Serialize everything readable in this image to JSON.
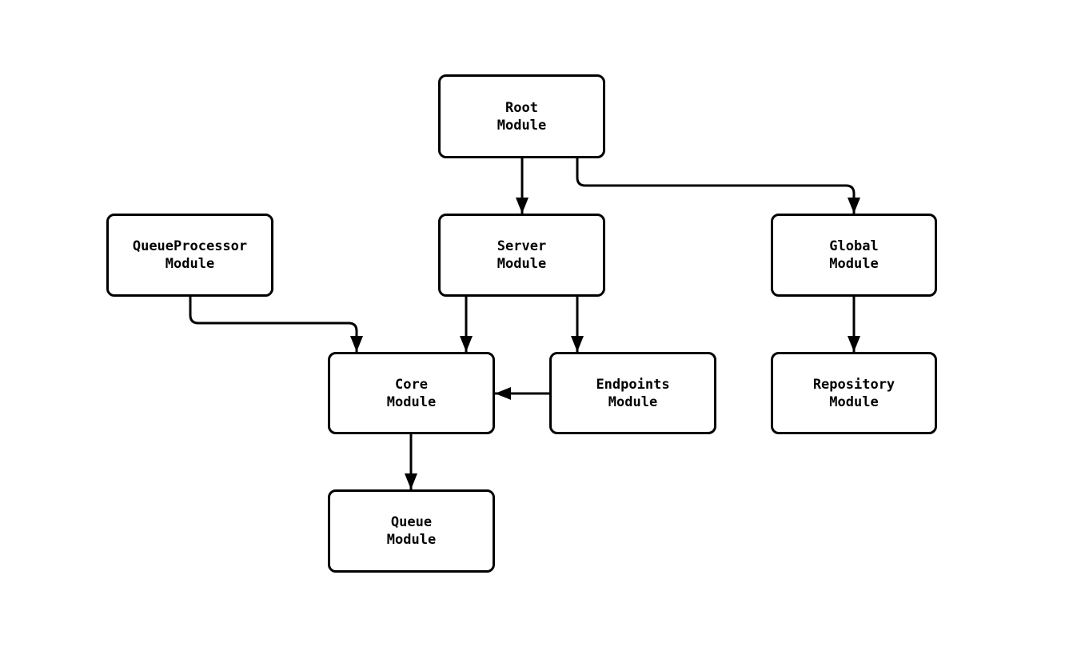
{
  "diagram": {
    "type": "flowchart",
    "direction": "top-down",
    "colors": {
      "node_stroke": "#000000",
      "node_fill": "#ffffff",
      "edge_stroke": "#000000",
      "background": "#ffffff",
      "text": "#000000"
    },
    "nodes": [
      {
        "id": "root",
        "line1": "Root",
        "line2": "Module"
      },
      {
        "id": "queueprocessor",
        "line1": "QueueProcessor",
        "line2": "Module"
      },
      {
        "id": "server",
        "line1": "Server",
        "line2": "Module"
      },
      {
        "id": "global",
        "line1": "Global",
        "line2": "Module"
      },
      {
        "id": "core",
        "line1": "Core",
        "line2": "Module"
      },
      {
        "id": "endpoints",
        "line1": "Endpoints",
        "line2": "Module"
      },
      {
        "id": "repository",
        "line1": "Repository",
        "line2": "Module"
      },
      {
        "id": "queue",
        "line1": "Queue",
        "line2": "Module"
      }
    ],
    "edges": [
      {
        "from": "root",
        "to": "server"
      },
      {
        "from": "root",
        "to": "global"
      },
      {
        "from": "queueprocessor",
        "to": "core"
      },
      {
        "from": "server",
        "to": "core"
      },
      {
        "from": "server",
        "to": "endpoints"
      },
      {
        "from": "endpoints",
        "to": "core"
      },
      {
        "from": "global",
        "to": "repository"
      },
      {
        "from": "core",
        "to": "queue"
      }
    ]
  }
}
